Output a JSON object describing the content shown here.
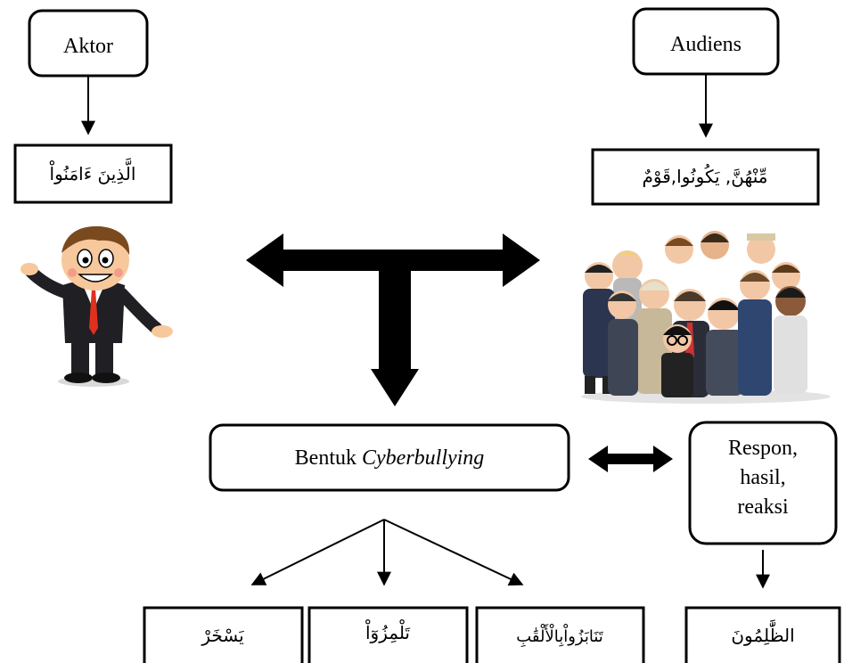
{
  "nodes": {
    "aktor": "Aktor",
    "audiens": "Audiens",
    "aktor_term": "الَّذِينَ ءَامَنُواْ",
    "audiens_term": "مِّنْهُنَّ, يَكُونُوا,قَوْمٌ",
    "bentuk_prefix": "Bentuk",
    "bentuk_italic": "Cyberbullying",
    "respon_line1": "Respon,",
    "respon_line2": "hasil,",
    "respon_line3": "reaksi",
    "form_1": "يَسْخَرْ",
    "form_2": "تَلْمِزُوٓاْ",
    "form_3": "تَنَابَزُواْبِالْأَلْقَٰبِ",
    "result": "الظَّٰلِمُونَ"
  },
  "colors": {
    "stroke": "#000000",
    "background": "#ffffff",
    "suit": "#1f1f24",
    "tie": "#e0301e",
    "skin": "#f7c89b",
    "hair": "#7a4a1e"
  }
}
